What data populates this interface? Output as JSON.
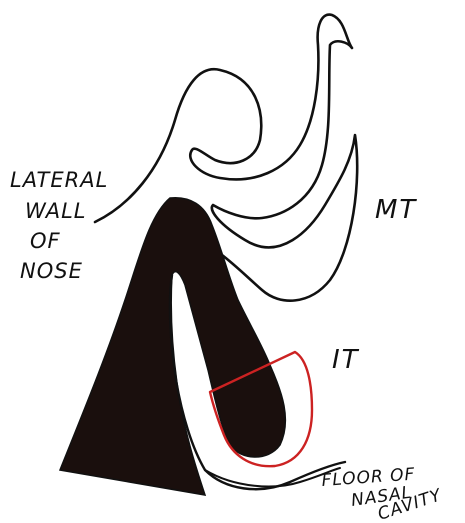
{
  "labels": {
    "lateral_wall": [
      "LATERAL",
      "WALL",
      "OF",
      "NOSE"
    ],
    "middle_turbinate": "MT",
    "inferior_turbinate": "IT",
    "floor": [
      "FLOOR OF",
      "NASAL",
      "CAVITY"
    ]
  },
  "colors": {
    "ink": "#111111",
    "bone_fill": "#1a0f0d",
    "highlight": "#cc2222",
    "paper": "#ffffff"
  }
}
